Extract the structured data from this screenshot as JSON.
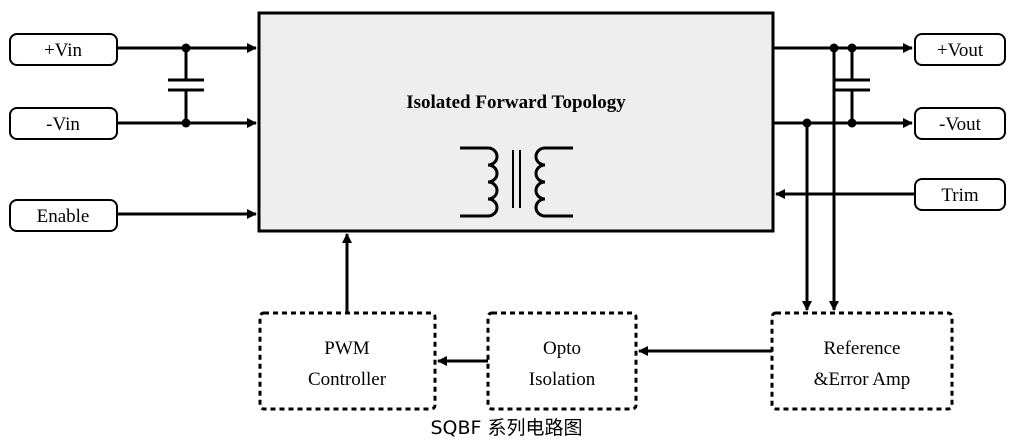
{
  "pins": {
    "vin_pos": "+Vin",
    "vin_neg": "-Vin",
    "enable": "Enable",
    "vout_pos": "+Vout",
    "vout_neg": "-Vout",
    "trim": "Trim"
  },
  "main_block": {
    "title": "Isolated Forward Topology"
  },
  "blocks": {
    "pwm": {
      "line1": "PWM",
      "line2": "Controller"
    },
    "opto": {
      "line1": "Opto",
      "line2": "Isolation"
    },
    "ref": {
      "line1": "Reference",
      "line2": "&Error Amp"
    }
  },
  "caption": "SQBF 系列电路图"
}
